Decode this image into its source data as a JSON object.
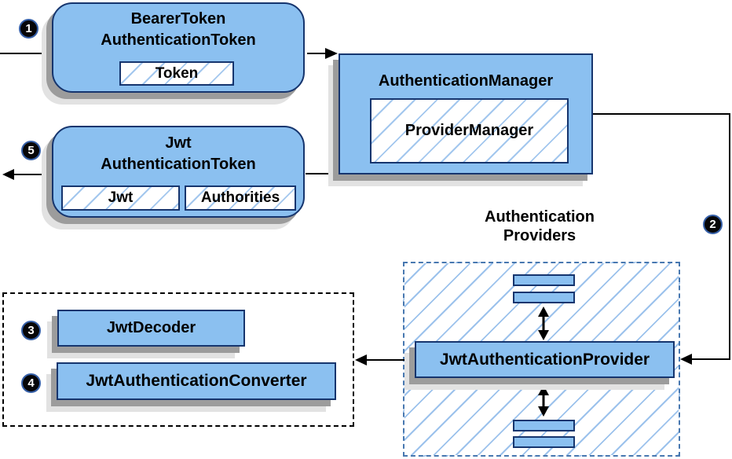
{
  "colors": {
    "box_fill": "#8bc0f0",
    "box_border": "#16356e",
    "hatch_blue": "#a3c7ee",
    "dashed_group_border": "#4878b0",
    "dotted_group_border": "#000000",
    "shadow_dark": "#9c9c9c",
    "shadow_light": "#e2e2e2",
    "line_color": "#000000",
    "badge_bg": "#000000",
    "badge_text": "#ffffff"
  },
  "steps": {
    "s1": "1",
    "s2": "2",
    "s3": "3",
    "s4": "4",
    "s5": "5"
  },
  "bearer_box": {
    "title_line1": "BearerToken",
    "title_line2": "AuthenticationToken",
    "chip": "Token"
  },
  "auth_manager": {
    "title": "AuthenticationManager",
    "chip": "ProviderManager"
  },
  "jwt_box": {
    "title_line1": "Jwt",
    "title_line2": "AuthenticationToken",
    "chip1": "Jwt",
    "chip2": "Authorities"
  },
  "providers": {
    "label_line1": "Authentication",
    "label_line2": "Providers",
    "provider": "JwtAuthenticationProvider"
  },
  "decoder_group": {
    "decoder": "JwtDecoder",
    "converter": "JwtAuthenticationConverter"
  }
}
